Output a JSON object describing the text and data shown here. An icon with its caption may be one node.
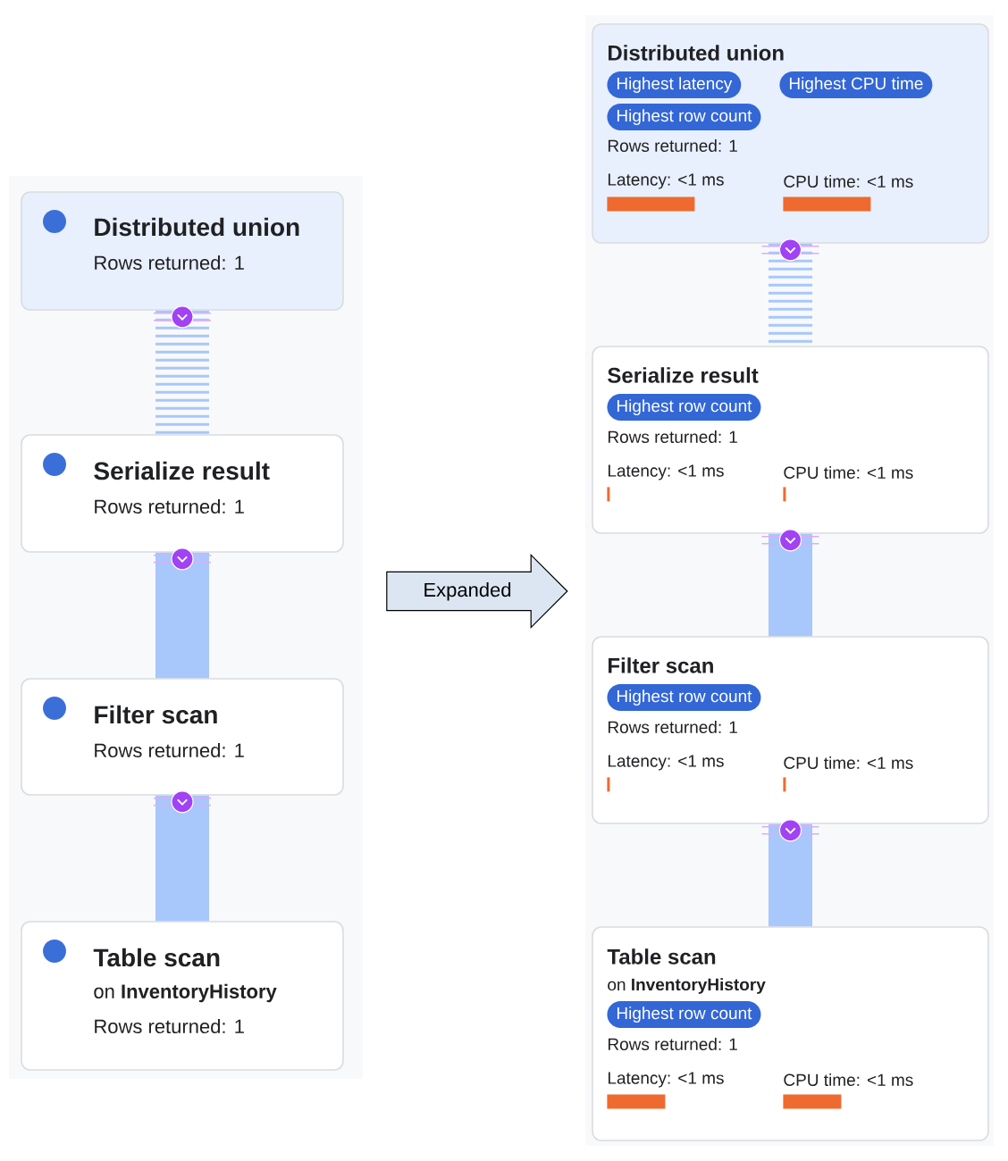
{
  "diagram": {
    "nodes": [
      {
        "text": [
          "Distributed union",
          "Rows returned: 1"
        ]
      },
      {
        "text": [
          "Serialize result",
          "Rows returned: 1"
        ]
      },
      {
        "text": [
          "Filter scan",
          "Rows returned: 1"
        ]
      },
      {
        "text": [
          "Table scan",
          "on **InventoryHistory**",
          "Rows returned: 1"
        ]
      },
      {
        "text": [
          "Expanded"
        ]
      },
      {
        "text": [
          "Distributed union",
          "Rows returned: 1",
          "Latency: <1 ms",
          "CPU time: <1 ms"
        ]
      },
      {
        "text": [
          "Highest latency"
        ],
        "in": 5
      },
      {
        "text": [
          "Highest CPU time"
        ],
        "in": 5
      },
      {
        "text": [
          "Highest row count"
        ],
        "in": 5
      },
      {
        "text": [
          "Serialize result",
          "Rows returned: 1",
          "Latency: <1 ms",
          "CPU time: <1 ms"
        ]
      },
      {
        "text": [
          "Highest row count"
        ],
        "in": 9
      },
      {
        "text": [
          "Filter scan",
          "Rows returned: 1",
          "Latency: <1 ms",
          "CPU time: <1 ms"
        ]
      },
      {
        "text": [
          "Highest row count"
        ],
        "in": 11
      },
      {
        "text": [
          "Table scan",
          "on **InventoryHistory**",
          "Rows returned: 1",
          "Latency: <1 ms",
          "CPU time: <1 ms"
        ]
      },
      {
        "text": [
          "Highest row count"
        ],
        "in": 13
      },
      {
        "text": [],
        "shape": "bar",
        "in": 5
      },
      {
        "text": [],
        "shape": "bar",
        "in": 5
      },
      {
        "text": [],
        "shape": "bar",
        "in": 9
      },
      {
        "text": [],
        "shape": "bar",
        "in": 9
      },
      {
        "text": [],
        "shape": "bar",
        "in": 11
      },
      {
        "text": [],
        "shape": "bar",
        "in": 11
      },
      {
        "text": [],
        "shape": "bar",
        "in": 13
      },
      {
        "text": [],
        "shape": "bar",
        "in": 13
      }
    ],
    "edges": [
      {
        "from": 0,
        "to": 1,
        "arrow": "none",
        "style": "dashed"
      },
      {
        "from": 1,
        "to": 2,
        "arrow": "none"
      },
      {
        "from": 2,
        "to": 3,
        "arrow": "none"
      },
      {
        "from": 5,
        "to": 9,
        "arrow": "none",
        "style": "dashed"
      },
      {
        "from": 9,
        "to": 11,
        "arrow": "none"
      },
      {
        "from": 11,
        "to": 13,
        "arrow": "none"
      }
    ]
  }
}
